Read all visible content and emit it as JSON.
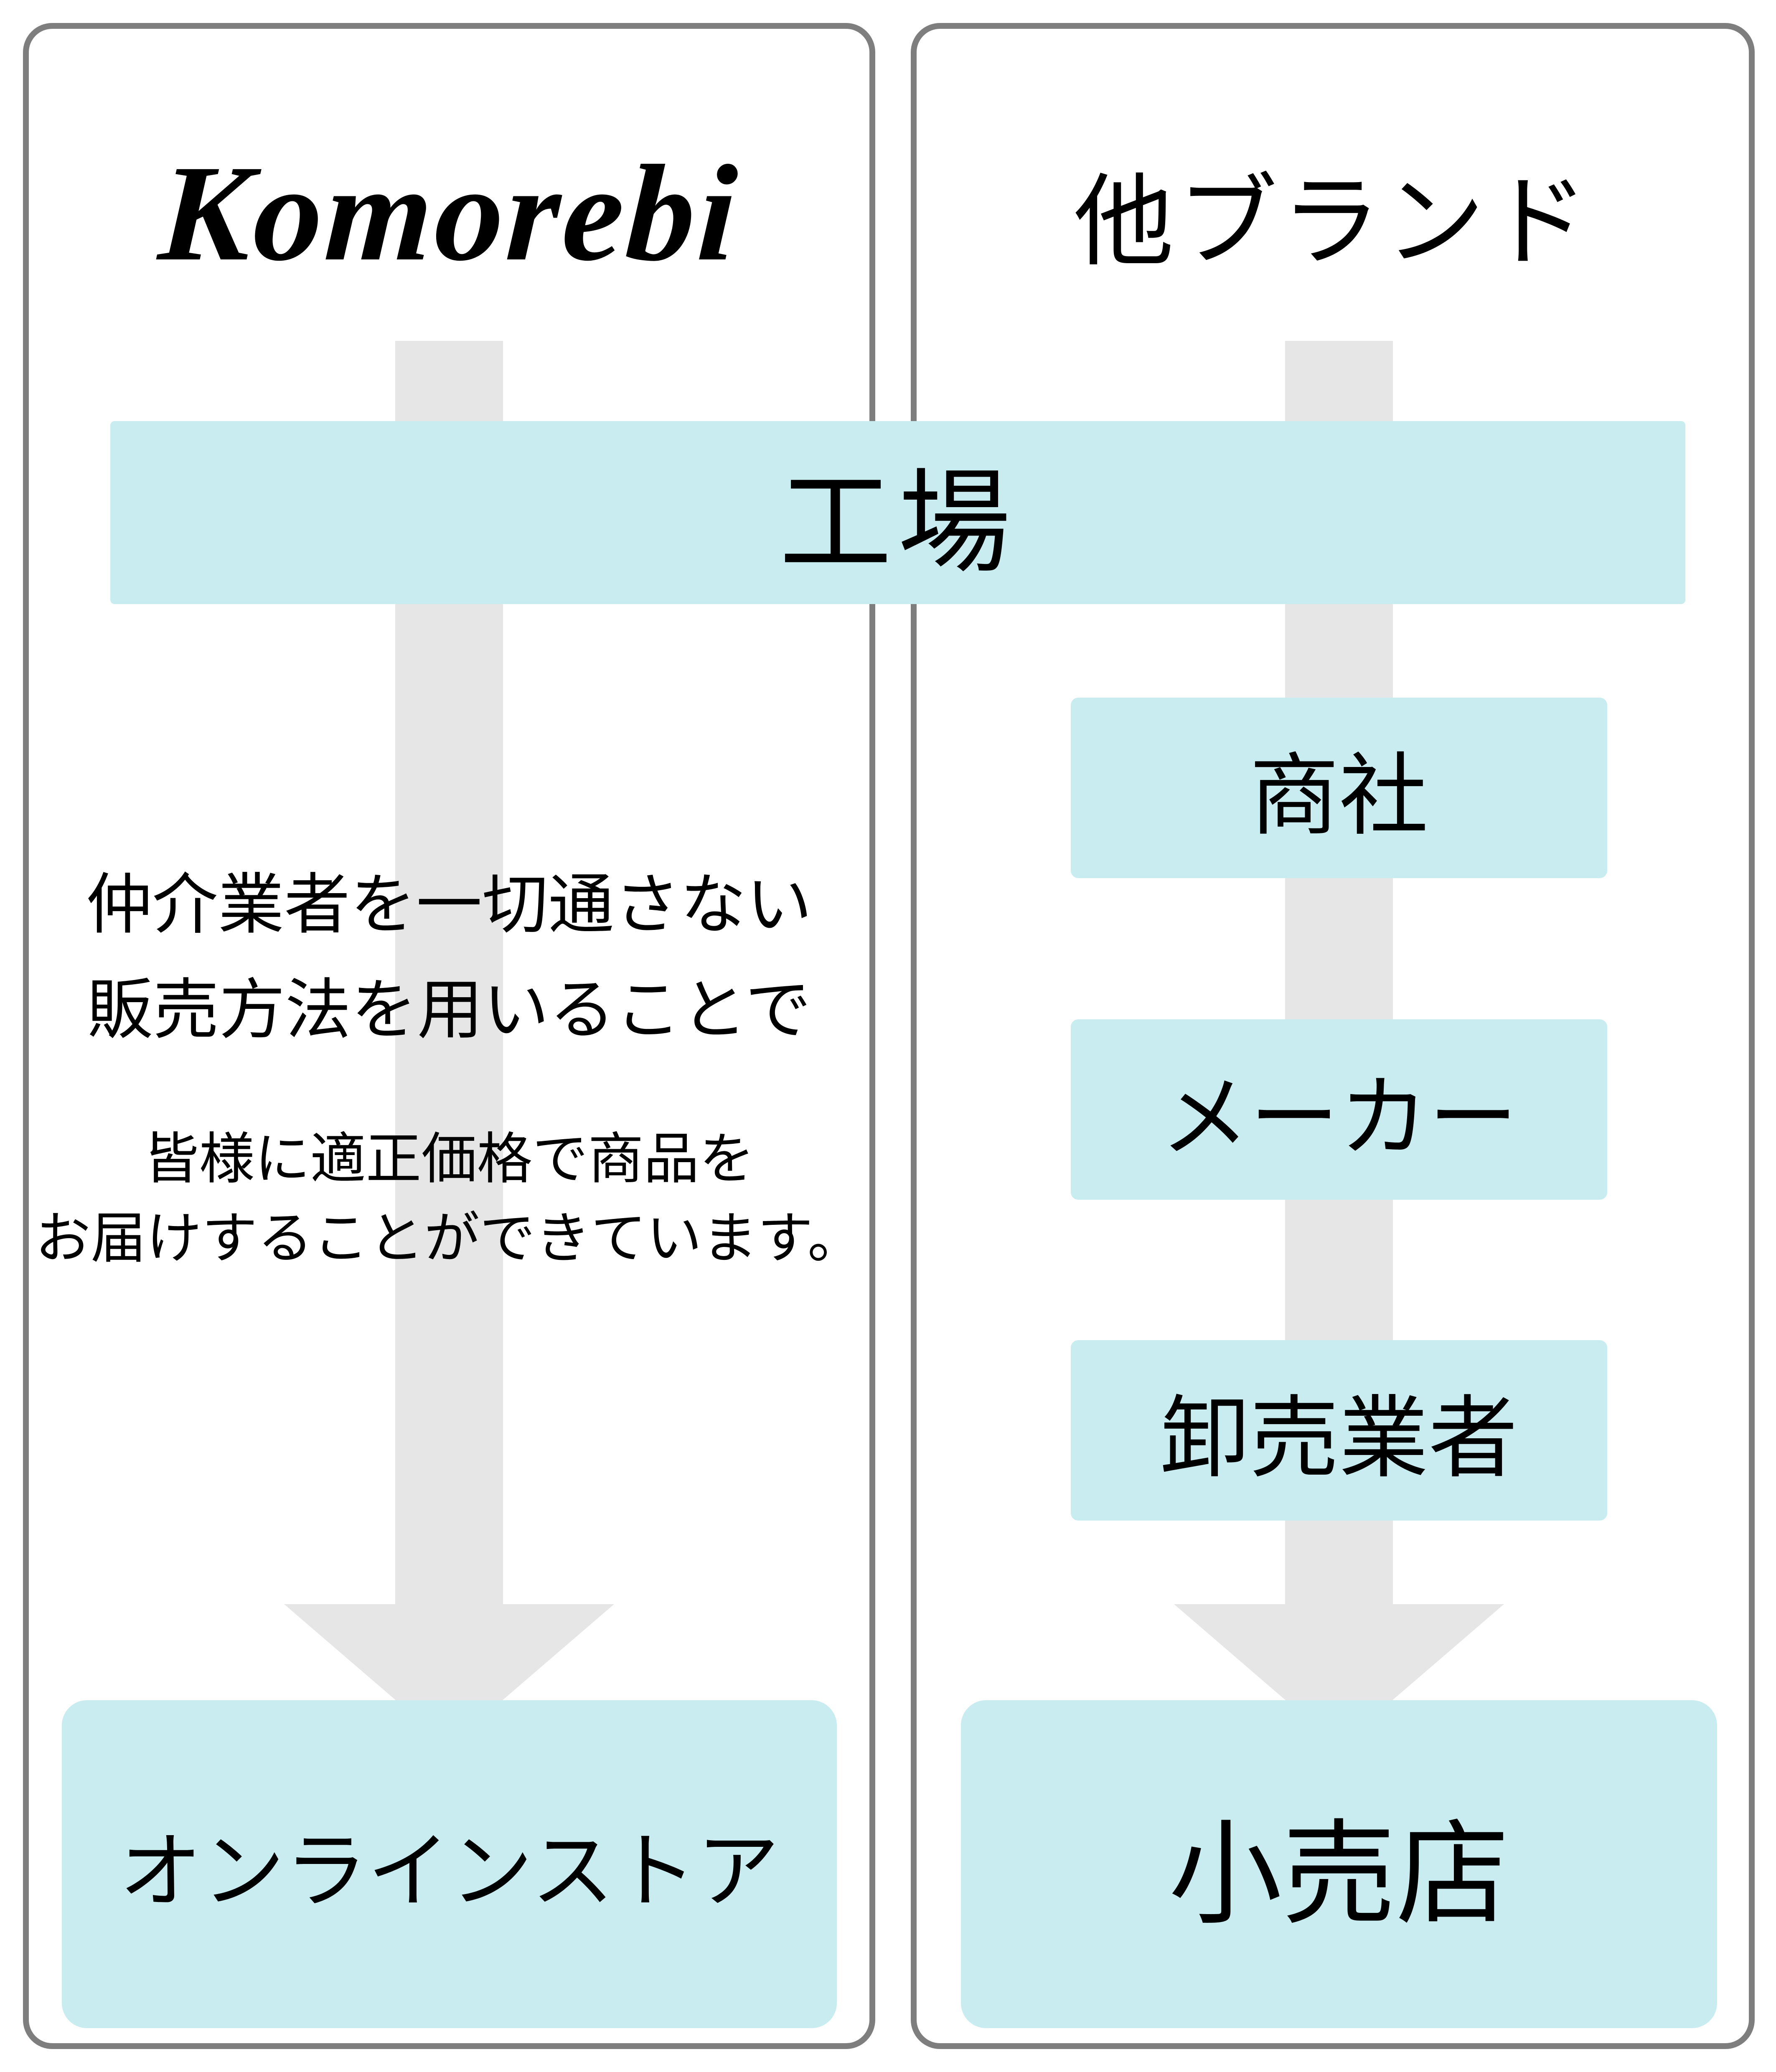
{
  "colors": {
    "box_fill": "#c9ecf1",
    "arrow_gray": "#e6e6e6",
    "panel_border": "#7e7e7e",
    "text": "#000000"
  },
  "left_panel": {
    "brand": "Komorebi",
    "description_1": {
      "line1": "仲介業者を一切通さない",
      "line2": "販売方法を用いることで"
    },
    "description_2": {
      "line1": "皆様に適正価格で商品を",
      "line2": "お届けすることができています。"
    },
    "bottom_box": "オンラインストア"
  },
  "shared": {
    "factory_box": "工場"
  },
  "right_panel": {
    "title": "他ブランド",
    "middle_boxes": [
      "商社",
      "メーカー",
      "卸売業者"
    ],
    "bottom_box": "小売店"
  }
}
